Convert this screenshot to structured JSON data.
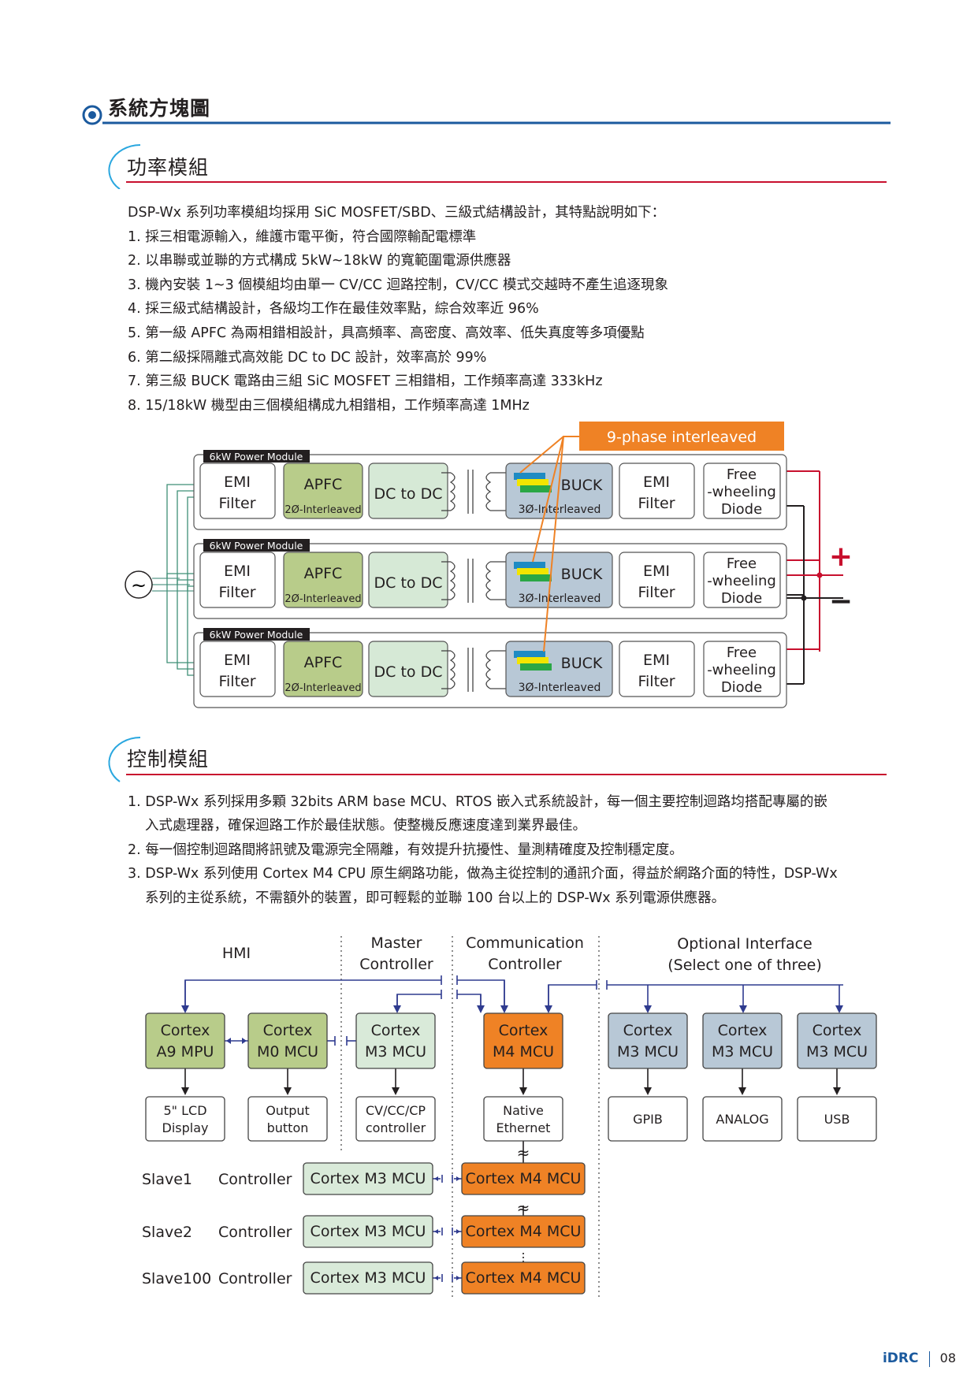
{
  "section": {
    "title": "系統方塊圖"
  },
  "power": {
    "title": "功率模組",
    "intro": "DSP-Wx 系列功率模組均採用 SiC MOSFET/SBD、三級式結構設計，其特點說明如下：",
    "items": [
      "1. 採三相電源輸入，維護市電平衡，符合國際輸配電標準",
      "2. 以串聯或並聯的方式構成 5kW~18kW 的寬範圍電源供應器",
      "3. 機內安裝 1~3 個模組均由單一 CV/CC 迴路控制，CV/CC 模式交越時不產生追逐現象",
      "4. 採三級式結構設計，各級均工作在最佳效率點，綜合效率近 96%",
      "5. 第一級 APFC 為兩相錯相設計，具高頻率、高密度、高效率、低失真度等多項優點",
      "6. 第二級採隔離式高效能 DC to DC 設計，效率高於 99%",
      "7. 第三級 BUCK 電路由三組 SiC MOSFET 三相錯相，工作頻率高達 333kHz",
      "8. 15/18kW 機型由三個模組構成九相錯相，工作頻率高達 1MHz"
    ],
    "diagram": {
      "banner": "9-phase interleaved",
      "module_label": "6kW Power Module",
      "ac_symbol": "~",
      "plus": "+",
      "minus": "−",
      "blocks": {
        "emi1": "EMI",
        "emi2": "Filter",
        "apfc": "APFC",
        "apfc_sub": "2Ø-Interleaved",
        "dcdc": "DC to DC",
        "buck": "BUCK",
        "buck_sub": "3Ø-Interleaved",
        "fw1": "Free",
        "fw2": "-wheeling",
        "fw3": "Diode"
      }
    }
  },
  "control": {
    "title": "控制模組",
    "lines": [
      "1. DSP-Wx 系列採用多顆 32bits ARM base MCU、RTOS 嵌入式系統設計，每一個主要控制迴路均搭配專屬的嵌",
      "入式處理器，確保迴路工作於最佳狀態。使整機反應速度達到業界最佳。",
      "2. 每一個控制迴路間將訊號及電源完全隔離，有效提升抗擾性、量測精確度及控制穩定度。",
      "3. DSP-Wx 系列使用 Cortex M4 CPU 原生網路功能，做為主從控制的通訊介面，得益於網路介面的特性，DSP-Wx",
      "系列的主從系統，不需額外的裝置，即可輕鬆的並聯 100 台以上的 DSP-Wx 系列電源供應器。"
    ],
    "diagram": {
      "headers": {
        "hmi": "HMI",
        "master1": "Master",
        "master2": "Controller",
        "comm1": "Communication",
        "comm2": "Controller",
        "opt1": "Optional Interface",
        "opt2": "(Select one of three)"
      },
      "mcu": {
        "a9": [
          "Cortex",
          "A9 MPU"
        ],
        "m0": [
          "Cortex",
          "M0 MCU"
        ],
        "m3": [
          "Cortex",
          "M3 MCU"
        ],
        "m4": [
          "Cortex",
          "M4 MCU"
        ],
        "gpib": [
          "Cortex",
          "M3 MCU"
        ],
        "analog": [
          "Cortex",
          "M3 MCU"
        ],
        "usb": [
          "Cortex",
          "M3 MCU"
        ]
      },
      "outputs": {
        "lcd": [
          "5\" LCD",
          "Display"
        ],
        "button": [
          "Output",
          "button"
        ],
        "cvcc": [
          "CV/CC/CP",
          "controller"
        ],
        "ether": [
          "Native",
          "Ethernet"
        ],
        "gpib": "GPIB",
        "analog": "ANALOG",
        "usb": "USB"
      },
      "slaves": [
        {
          "name": "Slave1",
          "ctrl": "Controller",
          "m3": "Cortex M3 MCU",
          "m4": "Cortex M4 MCU"
        },
        {
          "name": "Slave2",
          "ctrl": "Controller",
          "m3": "Cortex M3 MCU",
          "m4": "Cortex M4 MCU"
        },
        {
          "name": "Slave100",
          "ctrl": "Controller",
          "m3": "Cortex M3 MCU",
          "m4": "Cortex M4 MCU"
        }
      ]
    }
  },
  "footer": {
    "brand": "iDRC",
    "page": "08"
  },
  "colors": {
    "blue": "#1b5a9e",
    "red": "#c8102e",
    "green_block": "#b8cc8a",
    "mint_block": "#d6e9d6",
    "gray_block": "#b8c8d6",
    "orange": "#ef8225",
    "m3_fill": "#d9ead9"
  }
}
